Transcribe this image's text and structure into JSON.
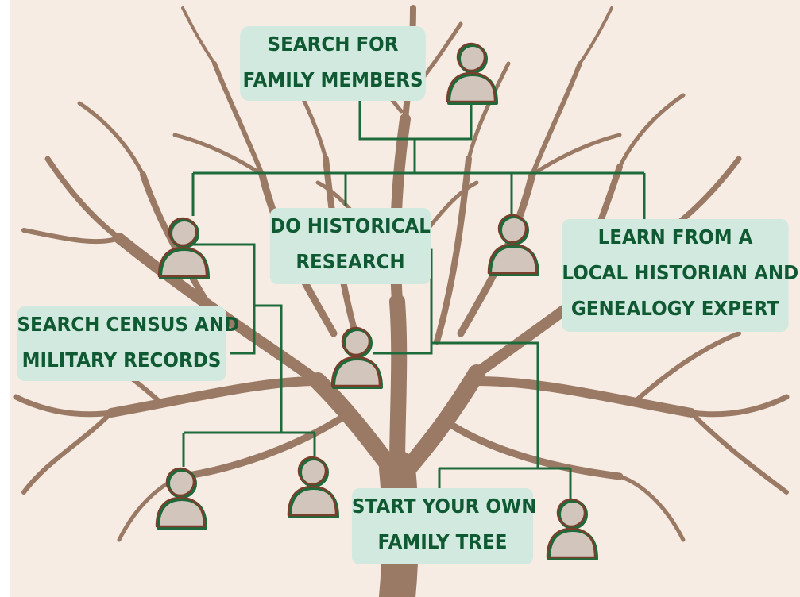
{
  "labels": {
    "search_family": [
      "SEARCH FOR",
      "FAMILY MEMBERS"
    ],
    "historical": [
      "DO HISTORICAL",
      "RESEARCH"
    ],
    "historian": [
      "LEARN FROM A",
      "LOCAL HISTORIAN AND",
      "GENEALOGY EXPERT"
    ],
    "census": [
      "SEARCH CENSUS AND",
      "MILITARY RECORDS"
    ],
    "own_tree": [
      "START YOUR OWN",
      "FAMILY TREE"
    ]
  },
  "colors": {
    "background": "#f6ece4",
    "branch": "#9a7a64",
    "connector": "#1d6a3a",
    "label_bg": "#d2e9df",
    "label_text": "#0f5a32",
    "person_fill": "#d2c5bc",
    "person_outline": "#7a3f2c"
  },
  "icons": [
    "person-icon"
  ]
}
